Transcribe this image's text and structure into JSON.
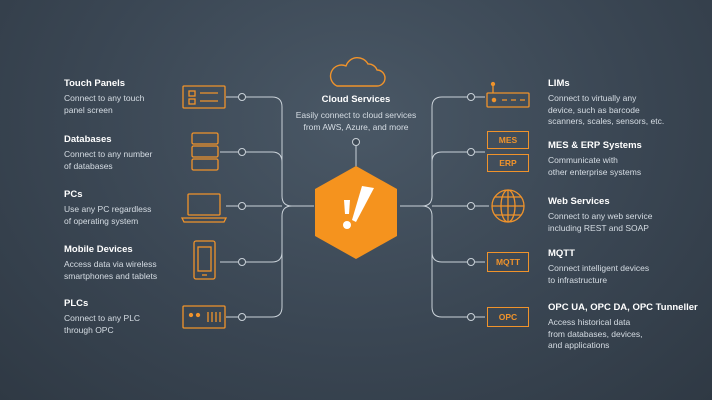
{
  "center": {
    "title": "Cloud Services",
    "description_lines": [
      "Easily connect to cloud services",
      "from AWS, Azure, and more"
    ]
  },
  "left": [
    {
      "title": "Touch Panels",
      "lines": [
        "Connect to any touch",
        "panel screen"
      ],
      "icon": "touch-panel-icon"
    },
    {
      "title": "Databases",
      "lines": [
        "Connect to any number",
        "of databases"
      ],
      "icon": "database-icon"
    },
    {
      "title": "PCs",
      "lines": [
        "Use any PC regardless",
        "of operating system"
      ],
      "icon": "laptop-icon"
    },
    {
      "title": "Mobile Devices",
      "lines": [
        "Access data via wireless",
        "smartphones and tablets"
      ],
      "icon": "mobile-device-icon"
    },
    {
      "title": "PLCs",
      "lines": [
        "Connect to any PLC",
        "through OPC"
      ],
      "icon": "plc-icon"
    }
  ],
  "right": [
    {
      "title": "LIMs",
      "lines": [
        "Connect to virtually any",
        "device, such as barcode",
        "scanners, scales, sensors, etc."
      ],
      "icon": "lims-device-icon"
    },
    {
      "title": "MES & ERP Systems",
      "lines": [
        "Communicate with",
        "other enterprise systems"
      ],
      "icon": "mes-erp-icon",
      "labels": [
        "MES",
        "ERP"
      ]
    },
    {
      "title": "Web Services",
      "lines": [
        "Connect to any web service",
        "including REST and SOAP"
      ],
      "icon": "globe-icon"
    },
    {
      "title": "MQTT",
      "lines": [
        "Connect intelligent devices",
        "to infrastructure"
      ],
      "icon": "mqtt-icon",
      "labels": [
        "MQTT"
      ]
    },
    {
      "title": "OPC UA, OPC DA, OPC Tunneller",
      "lines": [
        "Access historical data",
        "from databases, devices,",
        "and applications"
      ],
      "icon": "opc-icon",
      "labels": [
        "OPC"
      ]
    }
  ],
  "colors": {
    "accent": "#f0932b",
    "line": "#c9d1d8",
    "background": "#3a4653"
  }
}
